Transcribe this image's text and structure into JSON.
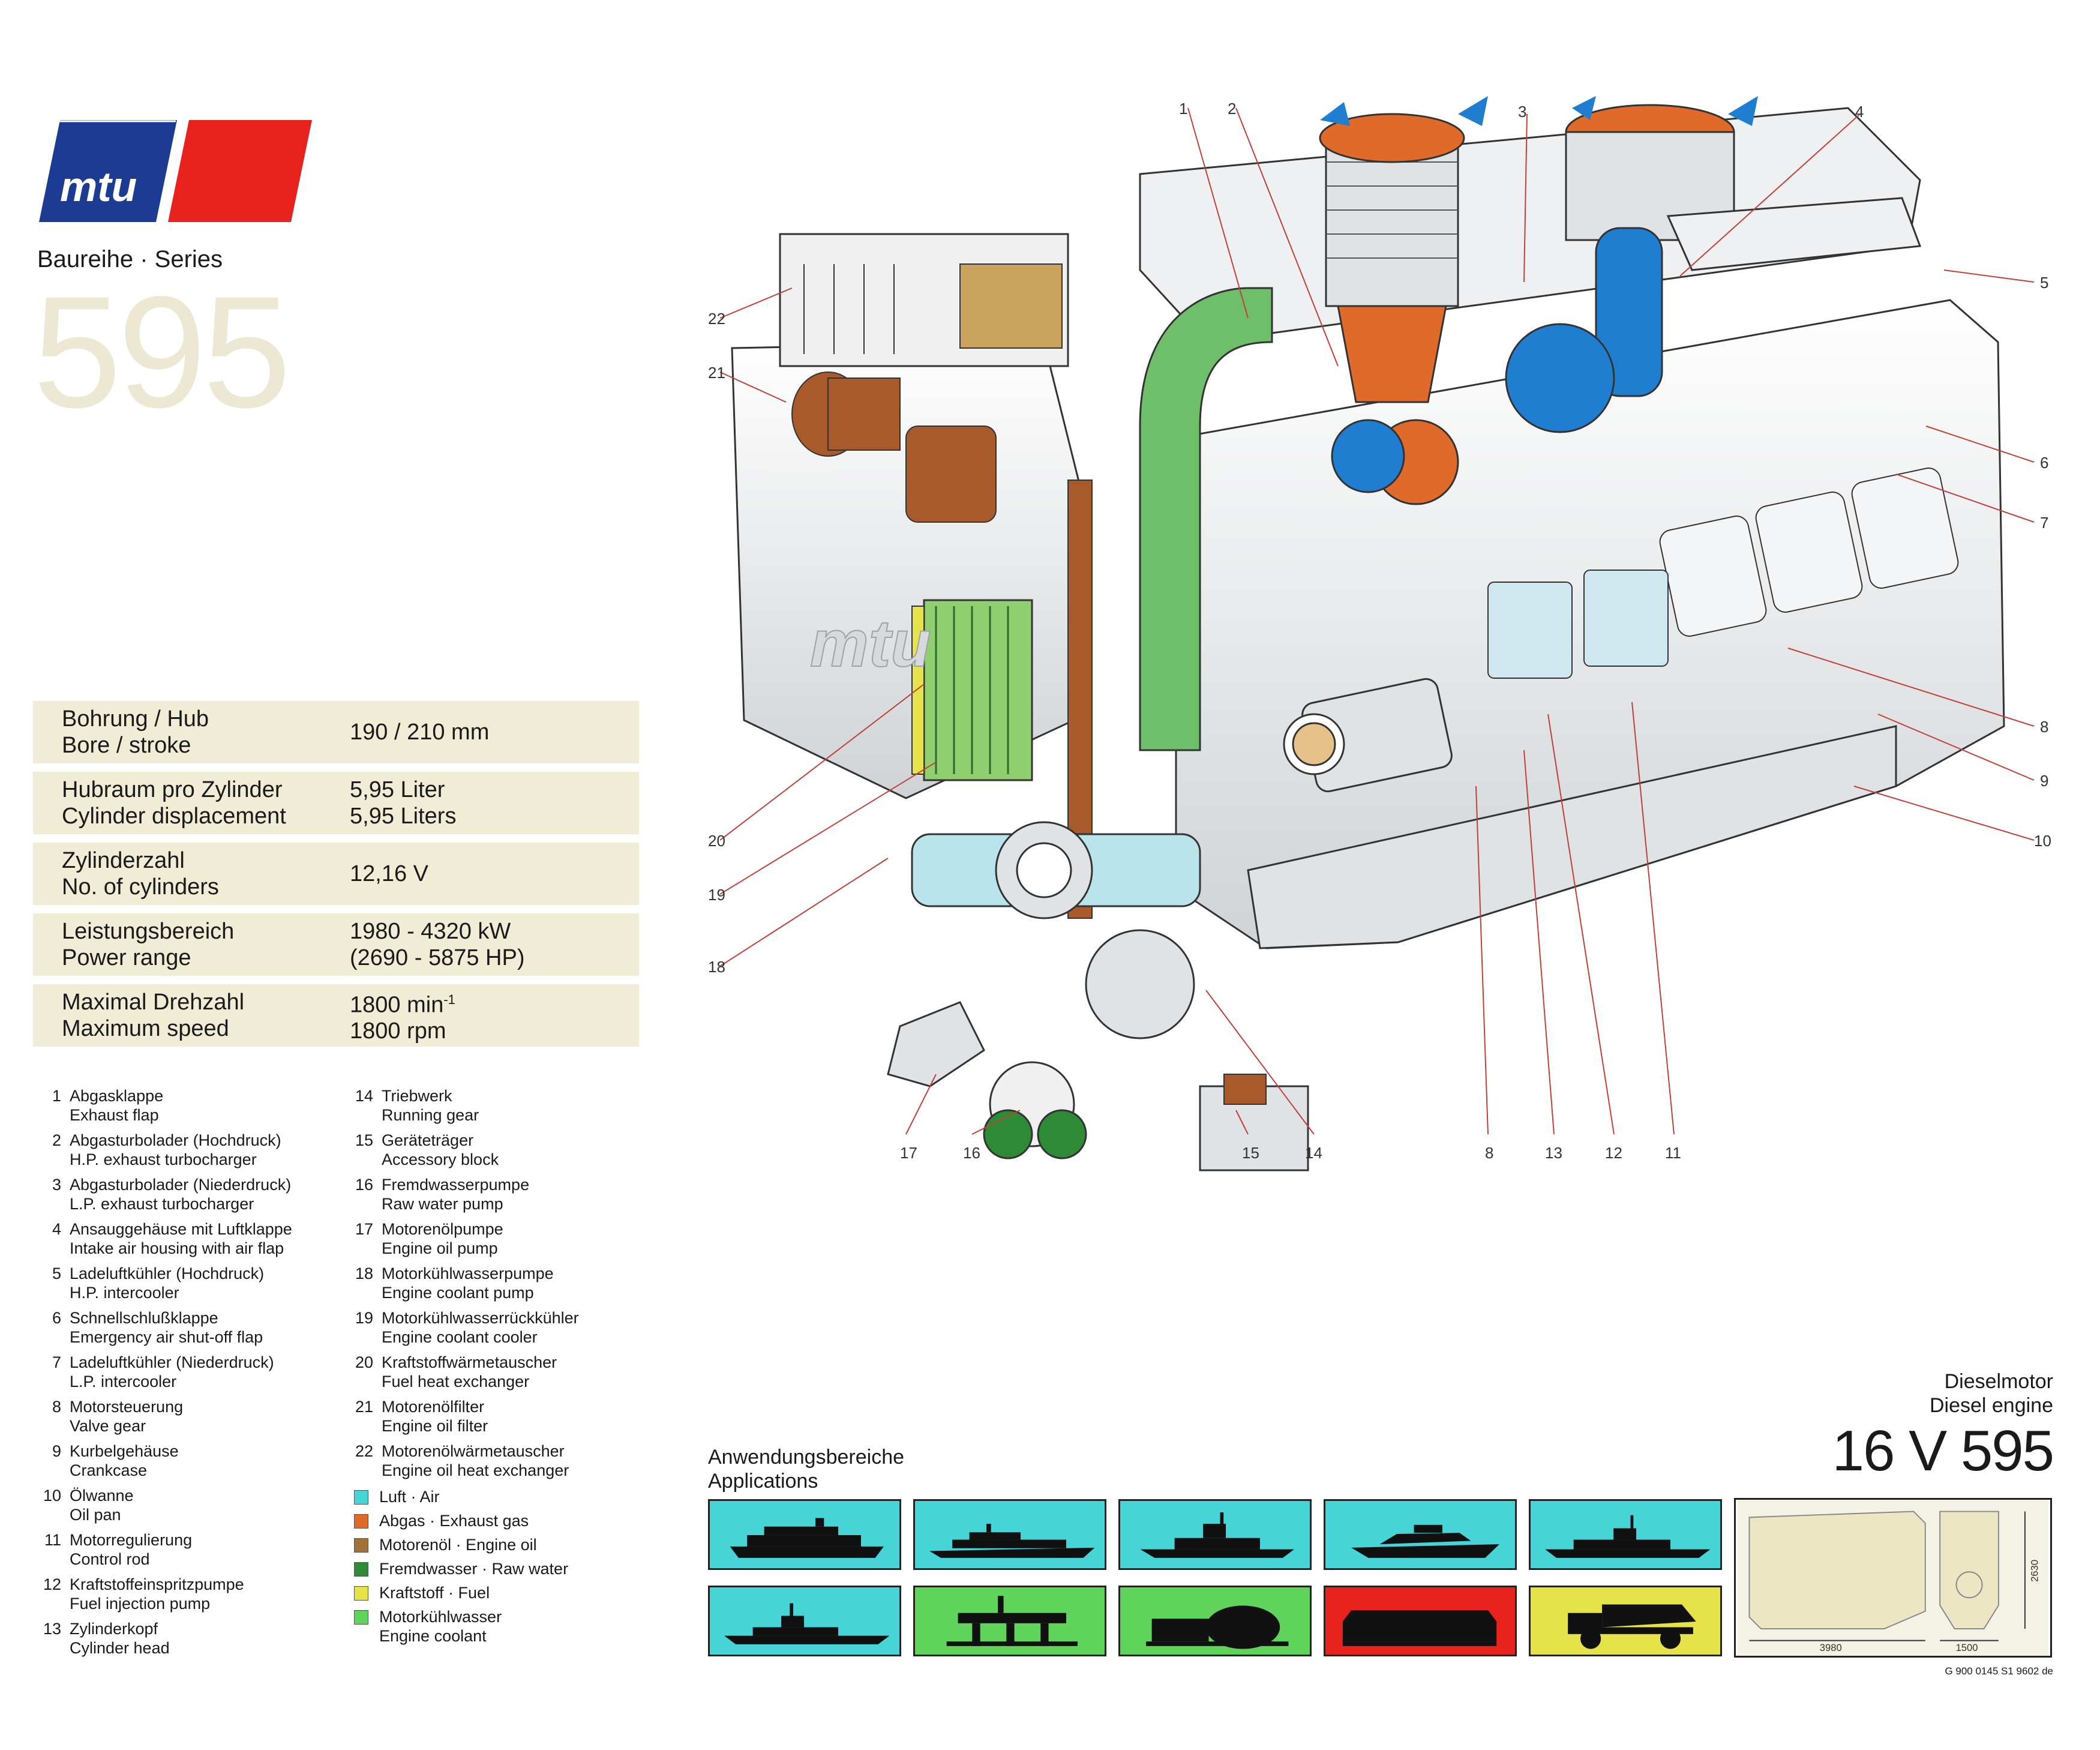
{
  "header": {
    "series_label": "Baureihe · Series",
    "series_number": "595",
    "logo_text": "mtu"
  },
  "specs": [
    {
      "label_de": "Bohrung / Hub",
      "label_en": "Bore / stroke",
      "value_1": "190 / 210 mm",
      "value_2": ""
    },
    {
      "label_de": "Hubraum pro Zylinder",
      "label_en": "Cylinder displacement",
      "value_1": "5,95 Liter",
      "value_2": "5,95 Liters"
    },
    {
      "label_de": "Zylinderzahl",
      "label_en": "No. of cylinders",
      "value_1": "12,16 V",
      "value_2": ""
    },
    {
      "label_de": "Leistungsbereich",
      "label_en": "Power range",
      "value_1": "1980 - 4320 kW",
      "value_2": "(2690 - 5875 HP)"
    },
    {
      "label_de": "Maximal Drehzahl",
      "label_en": "Maximum speed",
      "value_1": "1800 min",
      "value_1_sup": "-1",
      "value_2": "1800 rpm"
    }
  ],
  "components": [
    {
      "num": "1",
      "de": "Abgasklappe",
      "en": "Exhaust flap"
    },
    {
      "num": "2",
      "de": "Abgasturbolader (Hochdruck)",
      "en": "H.P. exhaust turbocharger"
    },
    {
      "num": "3",
      "de": "Abgasturbolader (Niederdruck)",
      "en": "L.P. exhaust turbocharger"
    },
    {
      "num": "4",
      "de": "Ansauggehäuse mit Luftklappe",
      "en": "Intake air housing with air flap"
    },
    {
      "num": "5",
      "de": "Ladeluftkühler (Hochdruck)",
      "en": "H.P. intercooler"
    },
    {
      "num": "6",
      "de": "Schnellschlußklappe",
      "en": "Emergency air shut-off flap"
    },
    {
      "num": "7",
      "de": "Ladeluftkühler (Niederdruck)",
      "en": "L.P. intercooler"
    },
    {
      "num": "8",
      "de": "Motorsteuerung",
      "en": "Valve gear"
    },
    {
      "num": "9",
      "de": "Kurbelgehäuse",
      "en": "Crankcase"
    },
    {
      "num": "10",
      "de": "Ölwanne",
      "en": "Oil pan"
    },
    {
      "num": "11",
      "de": "Motorregulierung",
      "en": "Control rod"
    },
    {
      "num": "12",
      "de": "Kraftstoffeinspritzpumpe",
      "en": "Fuel injection pump"
    },
    {
      "num": "13",
      "de": "Zylinderkopf",
      "en": "Cylinder head"
    },
    {
      "num": "14",
      "de": "Triebwerk",
      "en": "Running gear"
    },
    {
      "num": "15",
      "de": "Geräteträger",
      "en": "Accessory block"
    },
    {
      "num": "16",
      "de": "Fremdwasserpumpe",
      "en": "Raw water pump"
    },
    {
      "num": "17",
      "de": "Motorenölpumpe",
      "en": "Engine oil pump"
    },
    {
      "num": "18",
      "de": "Motorkühlwasserpumpe",
      "en": "Engine coolant pump"
    },
    {
      "num": "19",
      "de": "Motorkühlwasserrückkühler",
      "en": "Engine coolant cooler"
    },
    {
      "num": "20",
      "de": "Kraftstoffwärmetauscher",
      "en": "Fuel heat exchanger"
    },
    {
      "num": "21",
      "de": "Motorenölfilter",
      "en": "Engine oil filter"
    },
    {
      "num": "22",
      "de": "Motorenölwärmetauscher",
      "en": "Engine oil heat exchanger"
    }
  ],
  "fluids": [
    {
      "de": "Luft · Air",
      "en": "",
      "color": "#46d4d6"
    },
    {
      "de": "Abgas · Exhaust gas",
      "en": "",
      "color": "#e06a2a"
    },
    {
      "de": "Motorenöl · Engine oil",
      "en": "",
      "color": "#a07236"
    },
    {
      "de": "Fremdwasser · Raw water",
      "en": "",
      "color": "#2e8b35"
    },
    {
      "de": "Kraftstoff · Fuel",
      "en": "",
      "color": "#e6e34a"
    },
    {
      "de": "Motorkühlwasser",
      "en": "Engine coolant",
      "color": "#5fd35a"
    }
  ],
  "engine_type": {
    "de": "Dieselmotor",
    "en": "Diesel engine",
    "model": "16 V 595"
  },
  "applications": {
    "title_de": "Anwendungsbereiche",
    "title_en": "Applications",
    "tiles": [
      {
        "icon": "ferry-icon",
        "color": "#46d4d6"
      },
      {
        "icon": "fast-ferry-icon",
        "color": "#46d4d6"
      },
      {
        "icon": "patrol-ship-icon",
        "color": "#46d4d6"
      },
      {
        "icon": "yacht-icon",
        "color": "#46d4d6"
      },
      {
        "icon": "frigate-icon",
        "color": "#46d4d6"
      },
      {
        "icon": "navy-ship-icon",
        "color": "#46d4d6"
      },
      {
        "icon": "offshore-platform-icon",
        "color": "#5fd35a"
      },
      {
        "icon": "generator-set-icon",
        "color": "#5fd35a"
      },
      {
        "icon": "locomotive-icon",
        "color": "#e8221c"
      },
      {
        "icon": "dump-truck-icon",
        "color": "#e6e34a"
      }
    ]
  },
  "dimensions": {
    "length": "3980",
    "width": "1500",
    "height": "2630"
  },
  "doc_code": "G 900 0145 S1 9602 de",
  "callouts": [
    "1",
    "2",
    "3",
    "4",
    "5",
    "6",
    "7",
    "8",
    "9",
    "10",
    "11",
    "12",
    "13",
    "14",
    "15",
    "16",
    "17",
    "18",
    "19",
    "20",
    "21",
    "22"
  ]
}
